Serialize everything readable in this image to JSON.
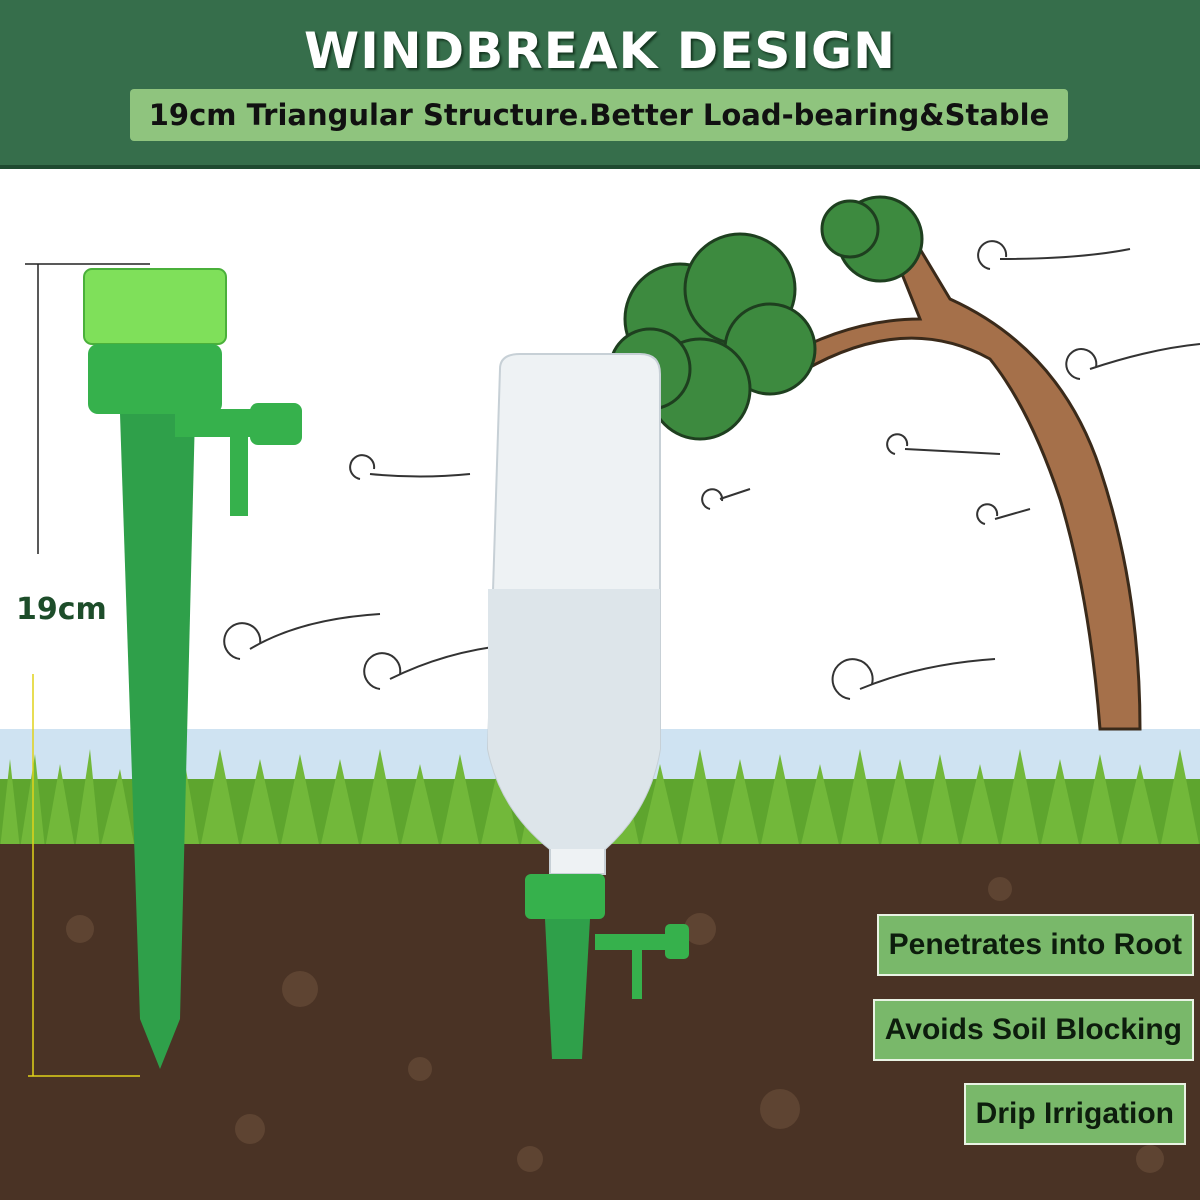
{
  "header": {
    "title": "WINDBREAK DESIGN",
    "subtitle": "19cm Triangular Structure.Better Load-bearing&Stable"
  },
  "dimension": {
    "label": "19cm"
  },
  "features": [
    "Penetrates into Root",
    "Avoids Soil Blocking",
    "Drip Irrigation"
  ],
  "colors": {
    "header": "#366e4b",
    "subtitle_bg": "#8fc47e",
    "feature_bg": "#79b86a",
    "stake": "#2fa04a",
    "cap": "#7fe05a",
    "soil": "#4a3325",
    "grass": "#5ea52e",
    "trunk": "#a5704a",
    "foliage": "#3d8a3f"
  }
}
